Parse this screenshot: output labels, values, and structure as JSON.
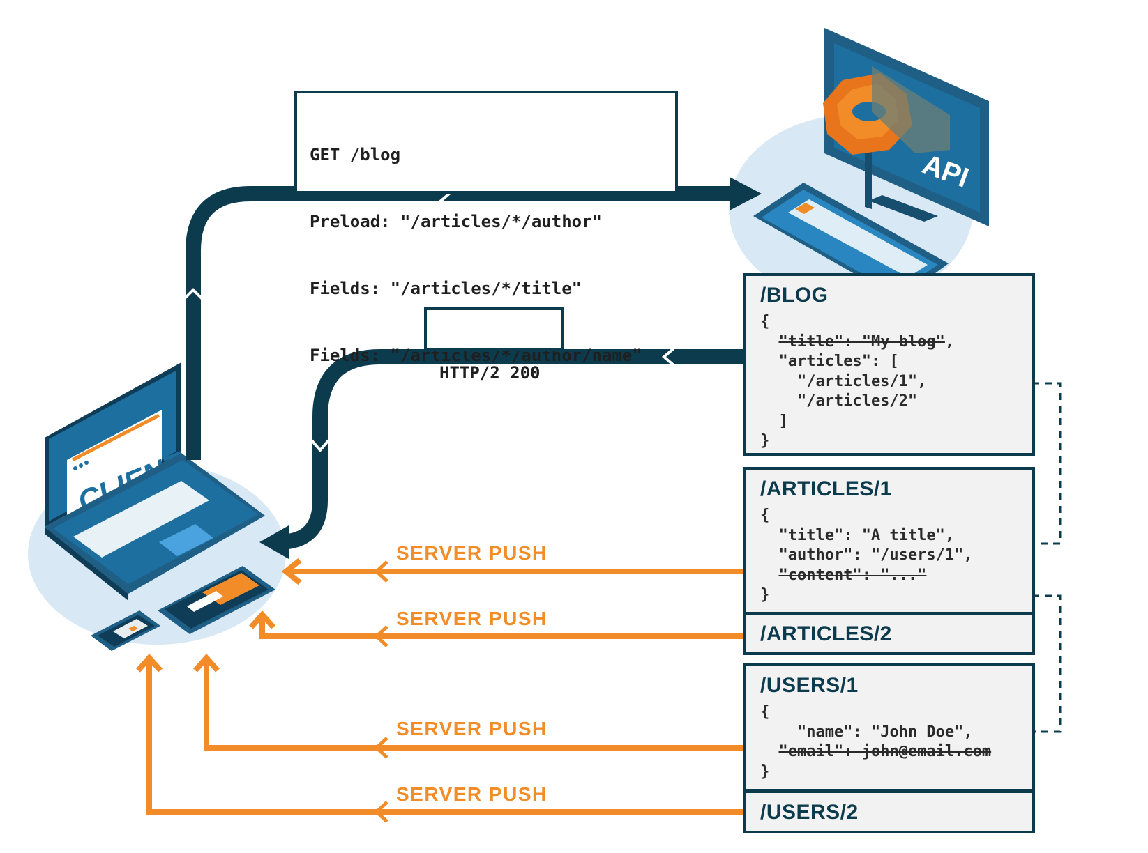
{
  "client": {
    "label": "CLIENT"
  },
  "api": {
    "label": "API"
  },
  "request": {
    "lines": [
      "GET /blog",
      "Preload: \"/articles/*/author\"",
      "Fields: \"/articles/*/title\"",
      "Fields: \"/articles/*/author/name\""
    ]
  },
  "response": {
    "status": "HTTP/2 200"
  },
  "resources": {
    "blog": {
      "title": "/BLOG",
      "l1": "{",
      "l2a": "\"title\": \"My blog\"",
      "l2b": ",",
      "l3": "  \"articles\": [",
      "l4": "    \"/articles/1\",",
      "l5": "    \"/articles/2\"",
      "l6": "  ]",
      "l7": "}"
    },
    "article1": {
      "title": "/ARTICLES/1",
      "l1": "{",
      "l2": "  \"title\": \"A title\",",
      "l3": "  \"author\": \"/users/1\",",
      "l4": "\"content\": \"...\"",
      "l5": "}"
    },
    "article2": {
      "title": "/ARTICLES/2"
    },
    "user1": {
      "title": "/USERS/1",
      "l1": "{",
      "l2": "  \"name\": \"John Doe\",",
      "l3": "\"email\": john@email.com",
      "l4": "}"
    },
    "user2": {
      "title": "/USERS/2"
    }
  },
  "server_push": [
    "SERVER PUSH",
    "SERVER PUSH",
    "SERVER PUSH",
    "SERVER PUSH"
  ],
  "colors": {
    "navy": "#0d3b4e",
    "orange": "#f28c28",
    "blue": "#1f6b9a",
    "halo": "#d9e8f5"
  }
}
